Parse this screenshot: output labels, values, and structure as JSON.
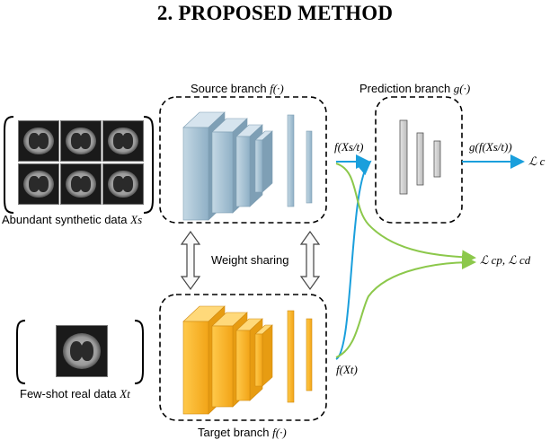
{
  "section_heading": "2.  PROPOSED METHOD",
  "source_branch": {
    "label": "Source branch",
    "func": "f(·)"
  },
  "prediction_branch": {
    "label": "Prediction branch",
    "func": "g(·)"
  },
  "target_branch": {
    "label": "Target branch",
    "func": "f(·)"
  },
  "weight_sharing": "Weight sharing",
  "synthetic_data": {
    "label": "Abundant synthetic data",
    "symbol": "Xs"
  },
  "real_data": {
    "label": "Few-shot real data",
    "symbol": "Xt"
  },
  "features": {
    "source_out": "f(Xs/t)",
    "target_out": "f(Xt)",
    "pred_out": "g(f(Xs/t))"
  },
  "losses": {
    "cls": "ℒ c",
    "cp_cd": "ℒ cp, ℒ cd"
  },
  "colors": {
    "source_block": "#a9c4d6",
    "target_block": "#f6b02d",
    "pred_block": "#d4d4d4",
    "source_arrow": "#1a9fdc",
    "target_arrow": "#8cc84b"
  }
}
